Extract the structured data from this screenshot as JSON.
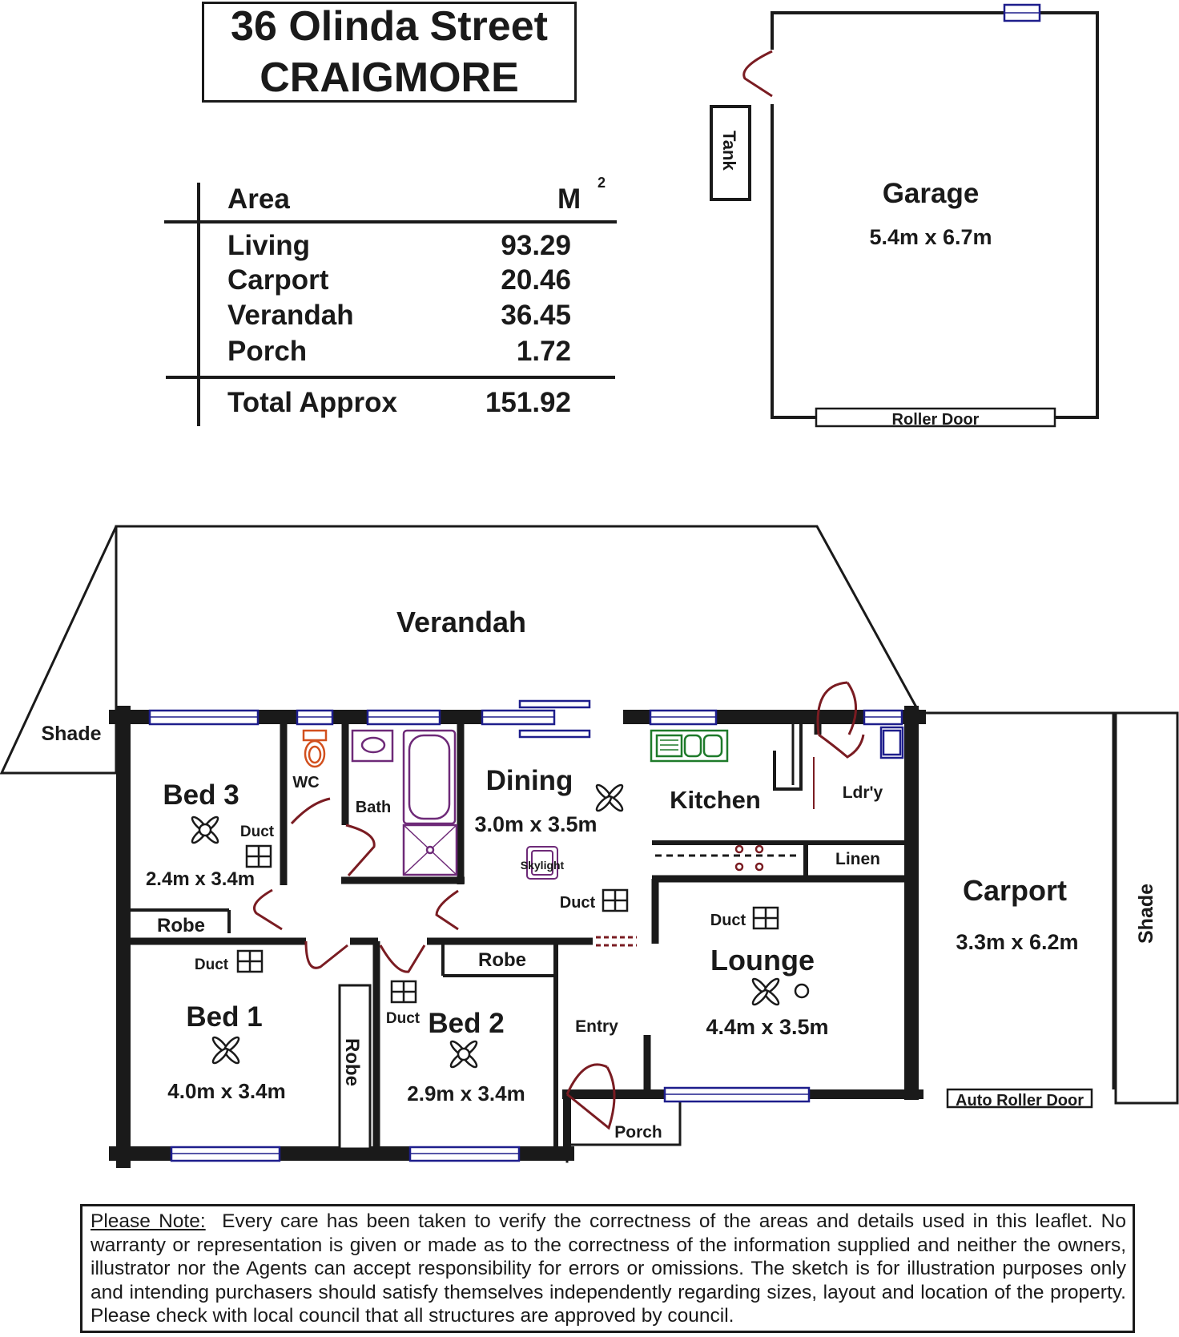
{
  "address": {
    "street": "36 Olinda Street",
    "suburb": "CRAIGMORE"
  },
  "area_table": {
    "header_label": "Area",
    "header_unit": "M",
    "header_unit_sup": "2",
    "rows": [
      {
        "label": "Living",
        "value": "93.29"
      },
      {
        "label": "Carport",
        "value": "20.46"
      },
      {
        "label": "Verandah",
        "value": "36.45"
      },
      {
        "label": "Porch",
        "value": "1.72"
      }
    ],
    "total": {
      "label": "Total Approx",
      "value": "151.92"
    }
  },
  "garage": {
    "name": "Garage",
    "size": "5.4m x 6.7m",
    "roller_door": "Roller Door",
    "tank": "Tank"
  },
  "rooms": {
    "verandah": "Verandah",
    "shade_left": "Shade",
    "shade_right": "Shade",
    "bed3": {
      "name": "Bed 3",
      "size": "2.4m x 3.4m"
    },
    "wc": "WC",
    "bath": "Bath",
    "dining": {
      "name": "Dining",
      "size": "3.0m x 3.5m"
    },
    "skylight": "Skylight",
    "kitchen": "Kitchen",
    "laundry": "Ldr'y",
    "linen": "Linen",
    "carport": {
      "name": "Carport",
      "size": "3.3m x 6.2m"
    },
    "lounge": {
      "name": "Lounge",
      "size": "4.4m x 3.5m"
    },
    "bed1": {
      "name": "Bed 1",
      "size": "4.0m x 3.4m"
    },
    "bed2": {
      "name": "Bed 2",
      "size": "2.9m x 3.4m"
    },
    "entry": "Entry",
    "porch": "Porch",
    "robe": "Robe",
    "duct": "Duct",
    "auto_roller_door": "Auto Roller Door"
  },
  "note": {
    "heading": "Please Note:",
    "text": "Every care has been taken to verify the correctness of the areas and details used in this leaflet. No warranty or representation is given or made as to the correctness of the information supplied and neither the owners, illustrator nor the Agents can accept responsibility for errors or omissions. The sketch is for illustration purposes only and intending purchasers should satisfy themselves independently regarding sizes, layout and location of the property. Please check with local council that all structures are approved by council."
  },
  "colors": {
    "wall": "#1a1a1a",
    "window": "#1e1e8c",
    "door": "#7a1c22",
    "toilet": "#d2501e",
    "bath": "#6e2a78",
    "appliance": "#1e7a2a"
  }
}
